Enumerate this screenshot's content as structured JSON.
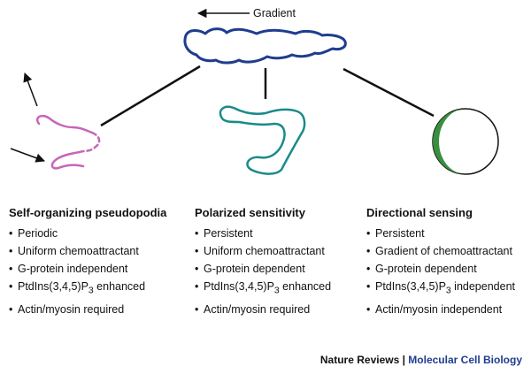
{
  "diagram": {
    "gradient_label": "Gradient",
    "colors": {
      "cell_top": "#1f3d8f",
      "pseudopodia": "#c766b8",
      "polarized": "#1a8a8a",
      "directional_fill": "#3a8f3f",
      "arrows": "#111111"
    }
  },
  "columns": [
    {
      "title": "Self-organizing pseudopodia",
      "items": [
        {
          "text": "Periodic"
        },
        {
          "text": "Uniform chemoattractant"
        },
        {
          "text": "G-protein independent"
        },
        {
          "pre": "PtdIns(3,4,5)P",
          "sub": "3",
          "post": " enhanced"
        },
        {
          "text": "Actin/myosin required"
        }
      ]
    },
    {
      "title": "Polarized sensitivity",
      "items": [
        {
          "text": "Persistent"
        },
        {
          "text": "Uniform chemoattractant"
        },
        {
          "text": "G-protein dependent"
        },
        {
          "pre": "PtdIns(3,4,5)P",
          "sub": "3",
          "post": " enhanced"
        },
        {
          "text": "Actin/myosin required"
        }
      ]
    },
    {
      "title": "Directional sensing",
      "items": [
        {
          "text": "Persistent"
        },
        {
          "text": "Gradient of chemoattractant"
        },
        {
          "text": "G-protein dependent"
        },
        {
          "pre": "PtdIns(3,4,5)P",
          "sub": "3",
          "post": " independent"
        },
        {
          "text": "Actin/myosin independent"
        }
      ]
    }
  ],
  "footer": {
    "publisher": "Nature Reviews",
    "separator": " | ",
    "journal": "Molecular Cell Biology"
  }
}
